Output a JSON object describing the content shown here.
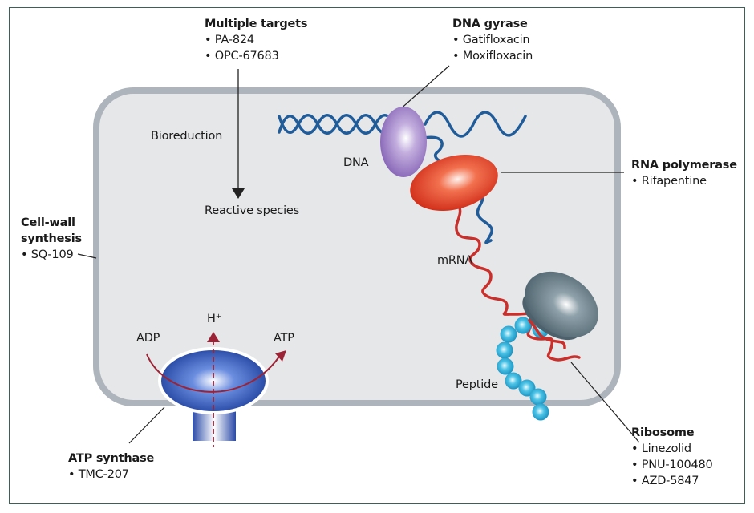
{
  "figure": {
    "colors": {
      "frame_border": "#3d5f55",
      "cell_fill": "#e6e7e9",
      "cell_border": "#aeb4bb",
      "dna_strand": "#1f5c99",
      "mrna_strand": "#c9302c",
      "gyrase": "#9b7fc3",
      "rna_polymerase": "#e8412b",
      "ribosome": "#5f7580",
      "peptide_bead": "#35b5dd",
      "atp_synthase": "#2a52b0",
      "proton_arrow": "#9b2335"
    },
    "targets": {
      "multiple_targets": {
        "title": "Multiple targets",
        "drugs": [
          "PA-824",
          "OPC-67683"
        ]
      },
      "dna_gyrase": {
        "title": "DNA gyrase",
        "drugs": [
          "Gatifloxacin",
          "Moxifloxacin"
        ]
      },
      "rna_polymerase": {
        "title": "RNA polymerase",
        "drugs": [
          "Rifapentine"
        ]
      },
      "cell_wall": {
        "title_line1": "Cell-wall",
        "title_line2": "synthesis",
        "drugs": [
          "SQ-109"
        ]
      },
      "atp_synthase": {
        "title": "ATP synthase",
        "drugs": [
          "TMC-207"
        ]
      },
      "ribosome": {
        "title": "Ribosome",
        "drugs": [
          "Linezolid",
          "PNU-100480",
          "AZD-5847"
        ]
      }
    },
    "labels": {
      "bioreduction": "Bioreduction",
      "reactive_species": "Reactive species",
      "dna": "DNA",
      "mrna": "mRNA",
      "peptide": "Peptide",
      "adp": "ADP",
      "atp": "ATP",
      "proton": "H⁺"
    }
  }
}
